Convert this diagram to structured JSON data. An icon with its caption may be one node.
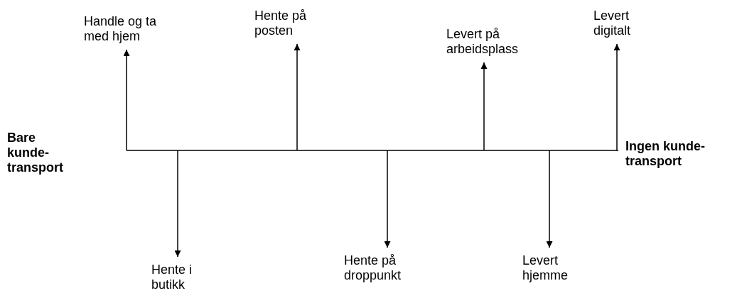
{
  "diagram": {
    "nodes": [
      {
        "text": [
          "Handle og ta med hjem"
        ]
      },
      {
        "text": [
          "Hente i butikk"
        ]
      },
      {
        "text": [
          "Hente på posten"
        ]
      },
      {
        "text": [
          "Hente på droppunkt"
        ]
      },
      {
        "text": [
          "Levert på arbeidsplass"
        ]
      },
      {
        "text": [
          "Levert hjemme"
        ]
      },
      {
        "text": [
          "Levert digitalt"
        ]
      }
    ],
    "edges": [
      {
        "from": null,
        "to": 0,
        "arrow": "to"
      },
      {
        "from": null,
        "to": 1,
        "arrow": "to"
      },
      {
        "from": null,
        "to": 2,
        "arrow": "to"
      },
      {
        "from": null,
        "to": 3,
        "arrow": "to"
      },
      {
        "from": null,
        "to": 4,
        "arrow": "to"
      },
      {
        "from": null,
        "to": 5,
        "arrow": "to"
      },
      {
        "from": null,
        "to": 6,
        "arrow": "to"
      }
    ],
    "labels": [
      "Bare kunde-transport",
      "Ingen kunde-transport"
    ]
  }
}
